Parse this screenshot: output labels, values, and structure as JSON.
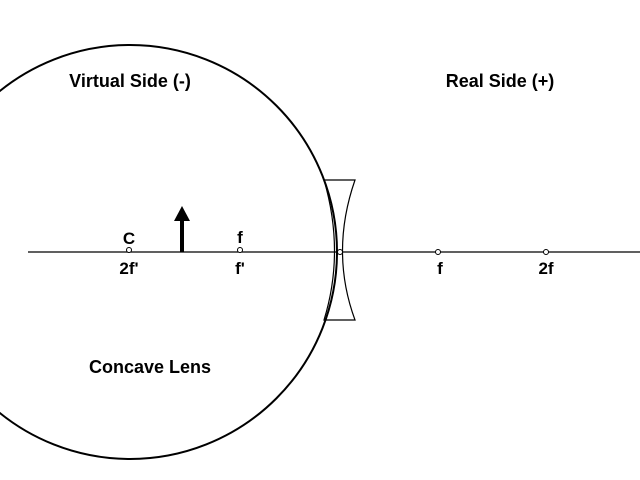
{
  "labels": {
    "virtual_side": "Virtual Side (-)",
    "real_side": "Real Side (+)",
    "lens_type": "Concave Lens"
  },
  "marks": {
    "center_of_curvature": "C",
    "mirror_focus": "f",
    "two_f_prime": "2f'",
    "f_prime": "f'",
    "f_real": "f",
    "two_f_real": "2f"
  },
  "colors": {
    "line": "#000000",
    "background": "#ffffff"
  }
}
